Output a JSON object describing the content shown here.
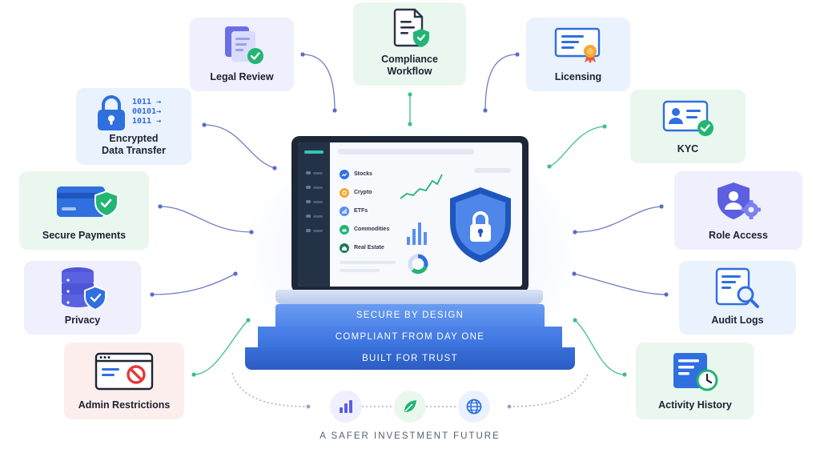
{
  "cards": {
    "legal_review": "Legal Review",
    "compliance_workflow_l1": "Compliance",
    "compliance_workflow_l2": "Workflow",
    "licensing": "Licensing",
    "encrypted_l1": "Encrypted",
    "encrypted_l2": "Data Transfer",
    "kyc": "KYC",
    "secure_payments": "Secure Payments",
    "role_access": "Role Access",
    "privacy": "Privacy",
    "audit_logs": "Audit Logs",
    "admin_restrictions": "Admin Restrictions",
    "activity_history": "Activity History"
  },
  "binary_text": [
    "1011",
    "00101",
    "1011"
  ],
  "dashboard": {
    "assets": [
      "Stocks",
      "Crypto",
      "ETFs",
      "Commodities",
      "Real Estate"
    ]
  },
  "base": {
    "line1": "SECURE BY DESIGN",
    "line2": "COMPLIANT FROM DAY ONE",
    "line3": "BUILT FOR TRUST"
  },
  "tagline": "A SAFER INVESTMENT FUTURE",
  "colors": {
    "accent_blue": "#2f6fe0",
    "check_green": "#22b573",
    "connector": "#6f7cc2"
  },
  "icons": [
    "document-check-icon",
    "shield-document-icon",
    "certificate-icon",
    "padlock-icon",
    "id-card-icon",
    "credit-card-shield-icon",
    "user-shield-gear-icon",
    "database-shield-icon",
    "report-magnifier-icon",
    "browser-block-icon",
    "document-clock-icon",
    "bar-chart-icon",
    "leaf-icon",
    "globe-icon"
  ]
}
